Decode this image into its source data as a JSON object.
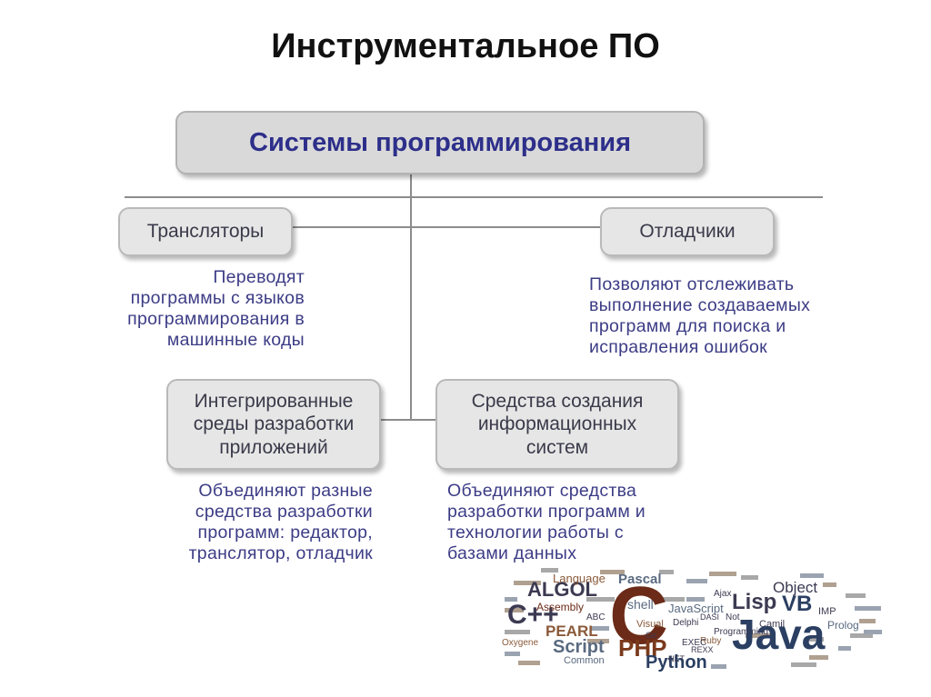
{
  "title": "Инструментальное ПО",
  "boxes": {
    "main": "Системы программирования",
    "translators": "Трансляторы",
    "debuggers": "Отладчики",
    "ide": "Интегрированные\nсреды разработки\nприложений",
    "info_systems": "Средства создания\nинформационных\nсистем"
  },
  "descriptions": {
    "translators": "Переводят\nпрограммы с языков\nпрограммирования в\nмашинные коды",
    "debuggers": "Позволяют отслеживать\nвыполнение создаваемых\nпрограмм для поиска и\nисправления ошибок",
    "ide": "Объединяют разные\nсредства разработки\nпрограмм: редактор,\nтранслятор, отладчик",
    "info_systems": "Объединяют средства\nразработки программ и\nтехнологии работы с\nбазами данных"
  },
  "word_cloud": {
    "words": [
      "C",
      "Java",
      "C++",
      "PHP",
      "Script",
      "PEARL",
      "Python",
      "Lisp",
      "VB",
      "Object",
      "ALGOL",
      "Pascal",
      "Language",
      "shell",
      "JavaScript",
      "Visual",
      "Assembly",
      "Delphi",
      "Ajax",
      "Prolog",
      "Ruby",
      "Camil",
      "Common",
      "Oxygene",
      "ABC",
      "Programming",
      "Not",
      "REXX",
      "EXEC",
      "IMP",
      "Go",
      "NET",
      "DASI"
    ],
    "colors": [
      "#6b2b18",
      "#2b3f62",
      "#3c3a52",
      "#7a3a1c",
      "#5a6a80",
      "#8a5a3a"
    ]
  }
}
